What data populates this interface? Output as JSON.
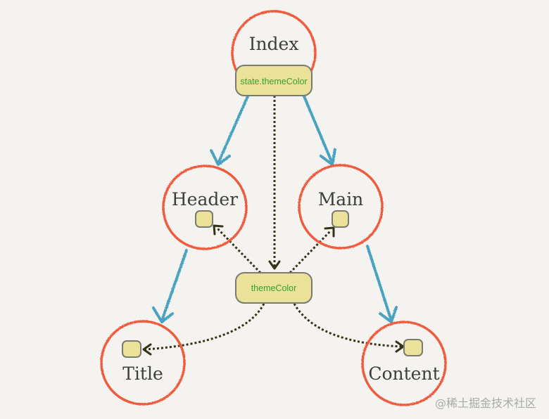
{
  "diagram": {
    "title": "React context themeColor flow",
    "colors": {
      "background": "#f5f3ef",
      "node_ring": "#ee5b3f",
      "tree_edge": "#4aa3c0",
      "context_edge": "#333318",
      "state_fill": "#ebe29a",
      "state_stroke": "#7a7a72",
      "state_text": "#35a02a",
      "node_text": "#3d3d3d"
    },
    "nodes": [
      {
        "id": "index",
        "label": "Index"
      },
      {
        "id": "header",
        "label": "Header"
      },
      {
        "id": "main",
        "label": "Main"
      },
      {
        "id": "title",
        "label": "Title"
      },
      {
        "id": "content",
        "label": "Content"
      }
    ],
    "state_boxes": [
      {
        "id": "index-state",
        "label": "state.themeColor",
        "owner": "index"
      },
      {
        "id": "context",
        "label": "themeColor",
        "owner": "context"
      },
      {
        "id": "header-slot",
        "label": "",
        "owner": "header"
      },
      {
        "id": "main-slot",
        "label": "",
        "owner": "main"
      },
      {
        "id": "title-slot",
        "label": "",
        "owner": "title"
      },
      {
        "id": "content-slot",
        "label": "",
        "owner": "content"
      }
    ],
    "tree_edges": [
      {
        "from": "index",
        "to": "header"
      },
      {
        "from": "index",
        "to": "main"
      },
      {
        "from": "header",
        "to": "title"
      },
      {
        "from": "main",
        "to": "content"
      }
    ],
    "context_edges": [
      {
        "from": "index-state",
        "to": "context"
      },
      {
        "from": "context",
        "to": "header-slot"
      },
      {
        "from": "context",
        "to": "main-slot"
      },
      {
        "from": "context",
        "to": "title-slot"
      },
      {
        "from": "context",
        "to": "content-slot"
      }
    ]
  },
  "watermark": "@稀土掘金技术社区"
}
